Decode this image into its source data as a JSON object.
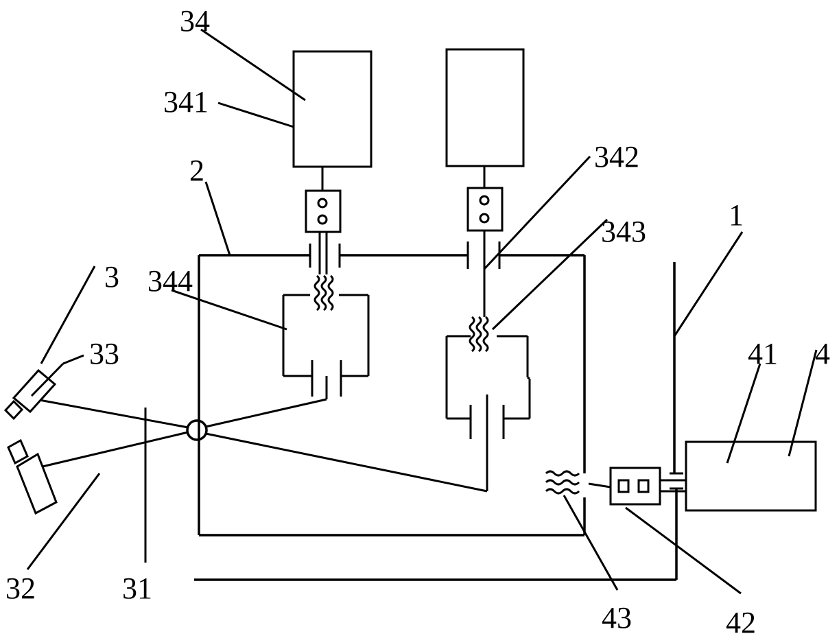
{
  "labels": {
    "l34": "34",
    "l341": "341",
    "l2": "2",
    "l342": "342",
    "l343": "343",
    "l344": "344",
    "l3": "3",
    "l33": "33",
    "l1": "1",
    "l41": "41",
    "l4": "4",
    "l32": "32",
    "l31": "31",
    "l43": "43",
    "l42": "42"
  }
}
